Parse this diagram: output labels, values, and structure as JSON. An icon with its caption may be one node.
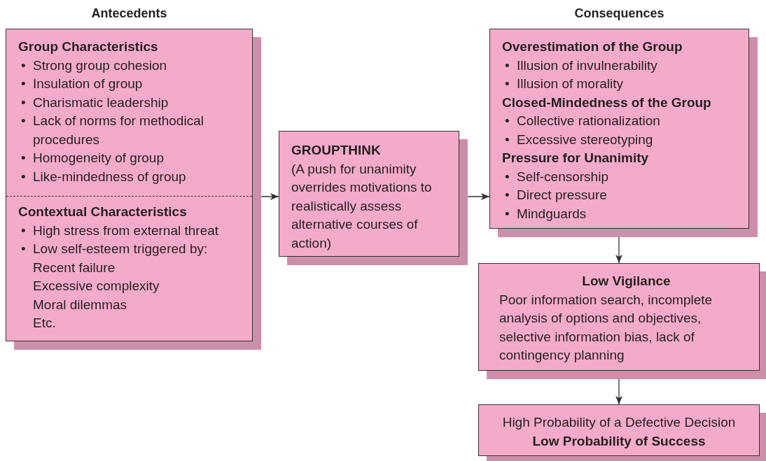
{
  "diagram": {
    "nodes": [
      {
        "text": [],
        "shape": "box"
      },
      {
        "text": [
          "Group Characteristics",
          "•",
          "Strong group cohesion",
          "•",
          "Insulation of group",
          "•",
          "Charismatic leadership",
          "•",
          "Lack of norms for methodical procedures",
          "•",
          "Homogeneity of group",
          "•",
          "Like-mindedness of group"
        ],
        "in": 0
      },
      {
        "text": [
          "Contextual Characteristics",
          "•",
          "High stress from external threat",
          "•",
          "Low self-esteem triggered by:",
          "Recent failure",
          "Excessive complexity",
          "Moral dilemmas",
          "Etc."
        ],
        "in": 0
      },
      {
        "text": [
          "GROUPTHINK",
          "(A push for unanimity overrides motivations to realistically assess alternative courses of action)"
        ]
      },
      {
        "text": [
          "Overestimation of the Group",
          "•",
          "Illusion of invulnerability",
          "•",
          "Illusion of morality",
          "Closed-Mindedness of the Group",
          "•",
          "Collective rationalization",
          "•",
          "Excessive stereotyping",
          "Pressure for Unanimity",
          "•",
          "Self-censorship",
          "•",
          "Direct pressure",
          "•",
          "Mindguards"
        ]
      },
      {
        "text": [
          "Low Vigilance",
          "Poor information search, incomplete analysis of options and objectives, selective information bias, lack of contingency planning"
        ]
      },
      {
        "text": [
          "High Probability of a Defective Decision",
          "Low Probability of Success"
        ]
      }
    ],
    "edges": [
      {
        "from": 0,
        "to": 3,
        "arrow": "to"
      },
      {
        "from": 3,
        "to": 4,
        "arrow": "to"
      },
      {
        "from": 4,
        "to": 5,
        "arrow": "to"
      },
      {
        "from": 5,
        "to": 6,
        "arrow": "to"
      }
    ],
    "labels": [
      "Antecedents",
      "Consequences"
    ]
  }
}
